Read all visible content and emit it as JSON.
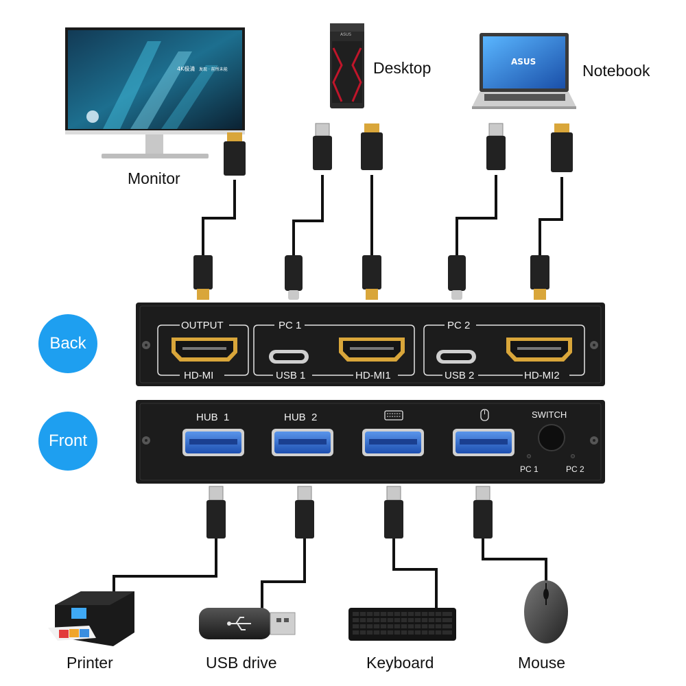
{
  "devices": {
    "monitor": "Monitor",
    "desktop": "Desktop",
    "notebook": "Notebook",
    "printer": "Printer",
    "usb_drive": "USB drive",
    "keyboard": "Keyboard",
    "mouse": "Mouse"
  },
  "views": {
    "back": "Back",
    "front": "Front"
  },
  "back_panel": {
    "output_group": "OUTPUT",
    "output_port": "HD-MI",
    "pc1_group": "PC 1",
    "pc1_usb": "USB 1",
    "pc1_hdmi": "HD-MI1",
    "pc2_group": "PC 2",
    "pc2_usb": "USB 2",
    "pc2_hdmi": "HD-MI2"
  },
  "front_panel": {
    "hub1": "HUB  1",
    "hub2": "HUB  2",
    "keyboard_icon": "keyboard-icon",
    "mouse_icon": "mouse-icon",
    "switch": "SWITCH",
    "led1": "PC 1",
    "led2": "PC 2"
  },
  "screen_text": "4K极清",
  "screen_subtext": "发现 · 前所未能",
  "brand": "ASUS",
  "colors": {
    "accent": "#1e9ff0",
    "panel": "#1b1b1b",
    "usb_port_blue": "#2f6fd0",
    "hdmi_gold": "#e0b24a",
    "cable": "#111111"
  }
}
